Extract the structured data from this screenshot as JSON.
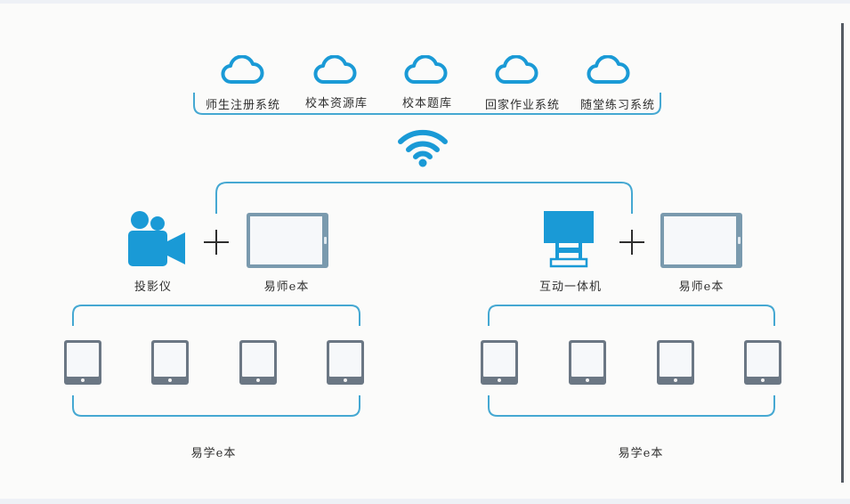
{
  "cloud_services": [
    {
      "label": "师生注册系统",
      "icon": "cloud-icon"
    },
    {
      "label": "校本资源库",
      "icon": "cloud-icon"
    },
    {
      "label": "校本题库",
      "icon": "cloud-icon"
    },
    {
      "label": "回家作业系统",
      "icon": "cloud-icon"
    },
    {
      "label": "随堂练习系统",
      "icon": "cloud-icon"
    }
  ],
  "network": {
    "icon": "wifi-icon"
  },
  "left_group": {
    "device_label": "投影仪",
    "device_icon": "video-camera-icon",
    "teacher_label": "易师e本",
    "student_label": "易学e本"
  },
  "right_group": {
    "device_label": "互动一体机",
    "device_icon": "interactive-display-icon",
    "teacher_label": "易师e本",
    "student_label": "易学e本"
  },
  "colors": {
    "accent": "#1a9ad6",
    "bracket": "#45a8d2",
    "device_dark": "#6b7784",
    "ebook_frame": "#7a9aae"
  }
}
